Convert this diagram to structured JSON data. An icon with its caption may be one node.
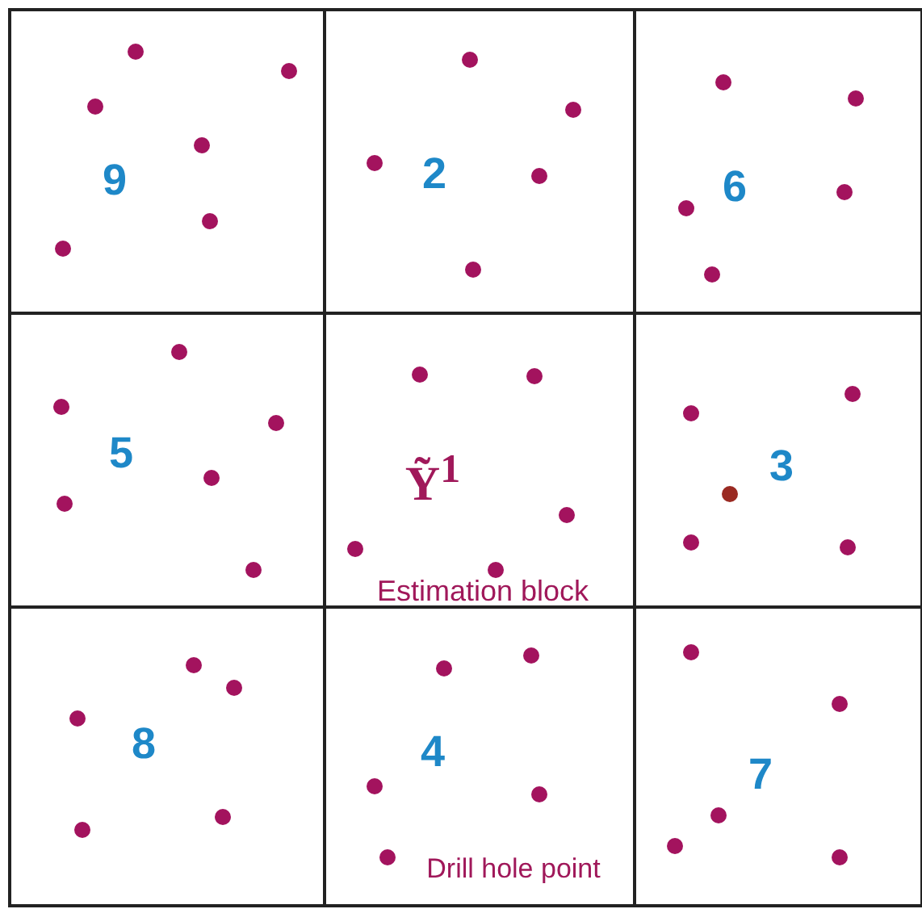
{
  "diagram": {
    "nodes": [
      {
        "text": [
          "9"
        ]
      },
      {
        "text": [
          "2"
        ]
      },
      {
        "text": [
          "6"
        ]
      },
      {
        "text": [
          "5"
        ]
      },
      {
        "text": [
          "Ỹ$^{1}$",
          "Estimation block"
        ]
      },
      {
        "text": [
          "3"
        ]
      },
      {
        "text": [
          "8"
        ]
      },
      {
        "text": [
          "4"
        ]
      },
      {
        "text": [
          "7"
        ]
      }
    ],
    "labels": [
      "Drill hole point"
    ]
  }
}
